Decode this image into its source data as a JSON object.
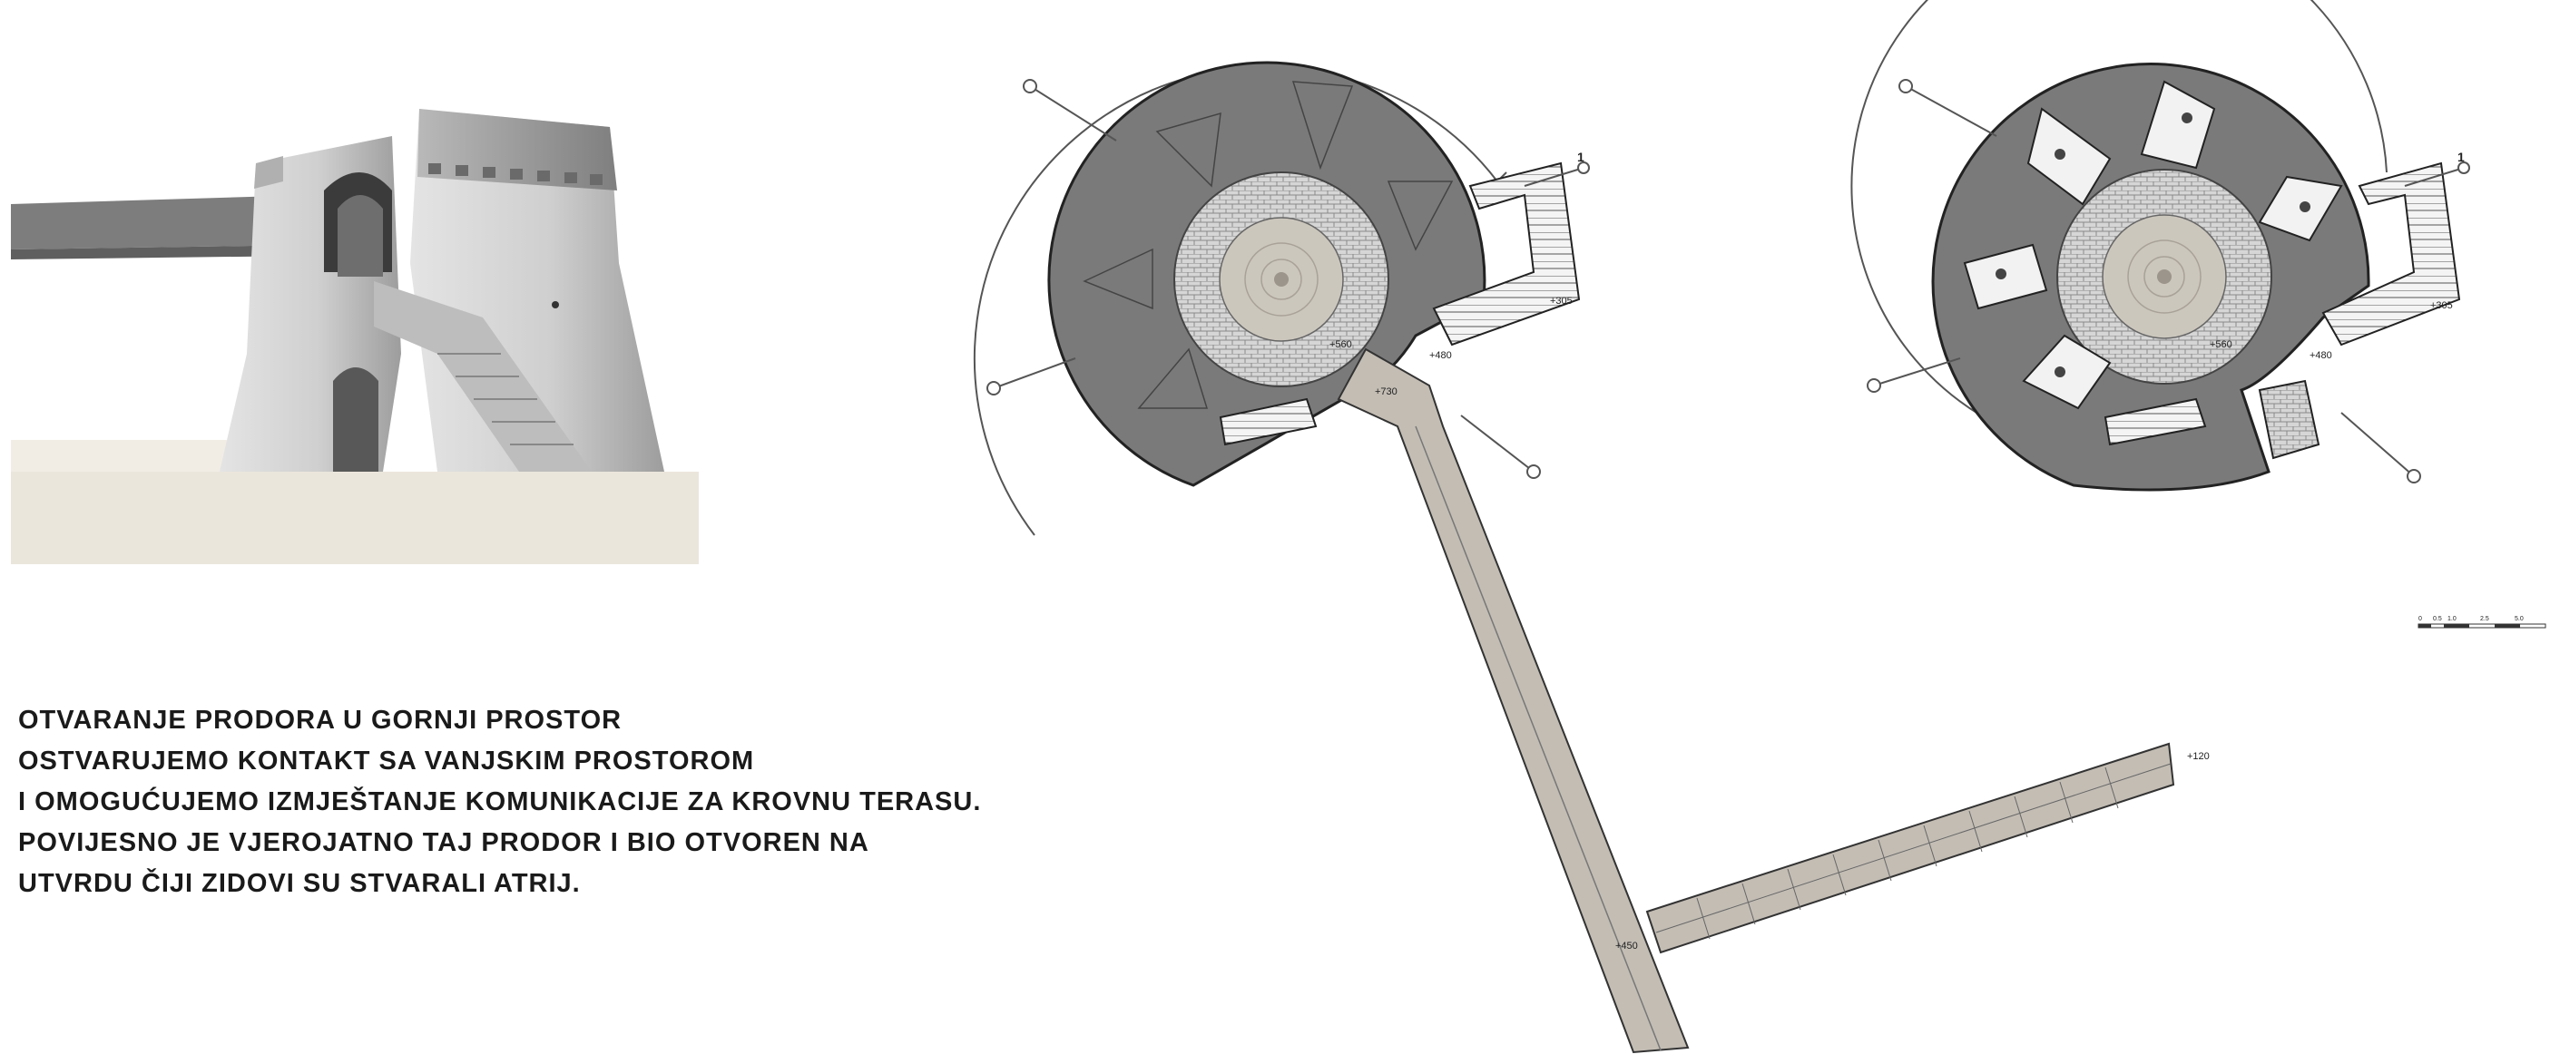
{
  "description": {
    "lines": [
      "OTVARANJE PRODORA U GORNJI PROSTOR",
      "OSTVARUJEMO KONTAKT SA VANJSKIM PROSTOROM",
      "I OMOGUĆUJEMO IZMJEŠTANJE KOMUNIKACIJE ZA KROVNU TERASU.",
      "POVIJESNO JE VJEROJATNO TAJ PRODOR I BIO OTVOREN NA",
      "UTVRDU ČIJI ZIDOVI SU STVARALI ATRIJ."
    ]
  },
  "plan_left": {
    "section_mark": "1",
    "levels": {
      "entry": "+480",
      "ramp": "+730",
      "stair": "+305",
      "center": "+560",
      "bridge_junction": "+450",
      "bridge_end": "+120"
    }
  },
  "plan_right": {
    "section_mark": "1",
    "levels": {
      "entry": "+480",
      "stair": "+305",
      "center": "+560"
    }
  },
  "scale_bar": {
    "ticks": [
      "0",
      "0.5",
      "1.0",
      "2.5",
      "5.0"
    ]
  },
  "colors": {
    "floor": "#7a7a7a",
    "courtyard": "#ccc7bd",
    "bridge": "#c3bdb4",
    "render_tower": "#d8d8d8",
    "render_ground": "#ebe6dc",
    "text": "#1a1a1a"
  }
}
